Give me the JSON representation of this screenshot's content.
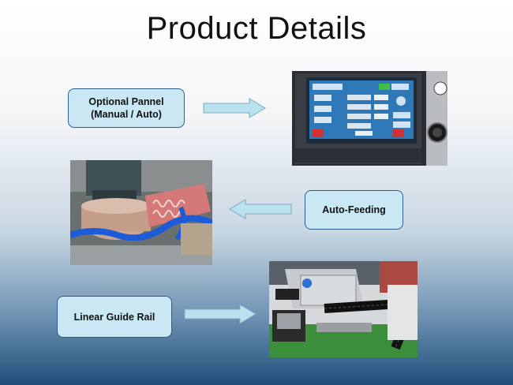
{
  "page": {
    "title": "Product Details"
  },
  "features": [
    {
      "label": "Optional Pannel\n(Manual / Auto)"
    },
    {
      "label": "Auto-Feeding"
    },
    {
      "label": "Linear Guide Rail"
    }
  ],
  "colors": {
    "box_fill": "#c9e8f4",
    "box_border": "#2b5f8a",
    "arrow_fill": "#b9e2ee",
    "arrow_stroke": "#7fa9c0"
  }
}
